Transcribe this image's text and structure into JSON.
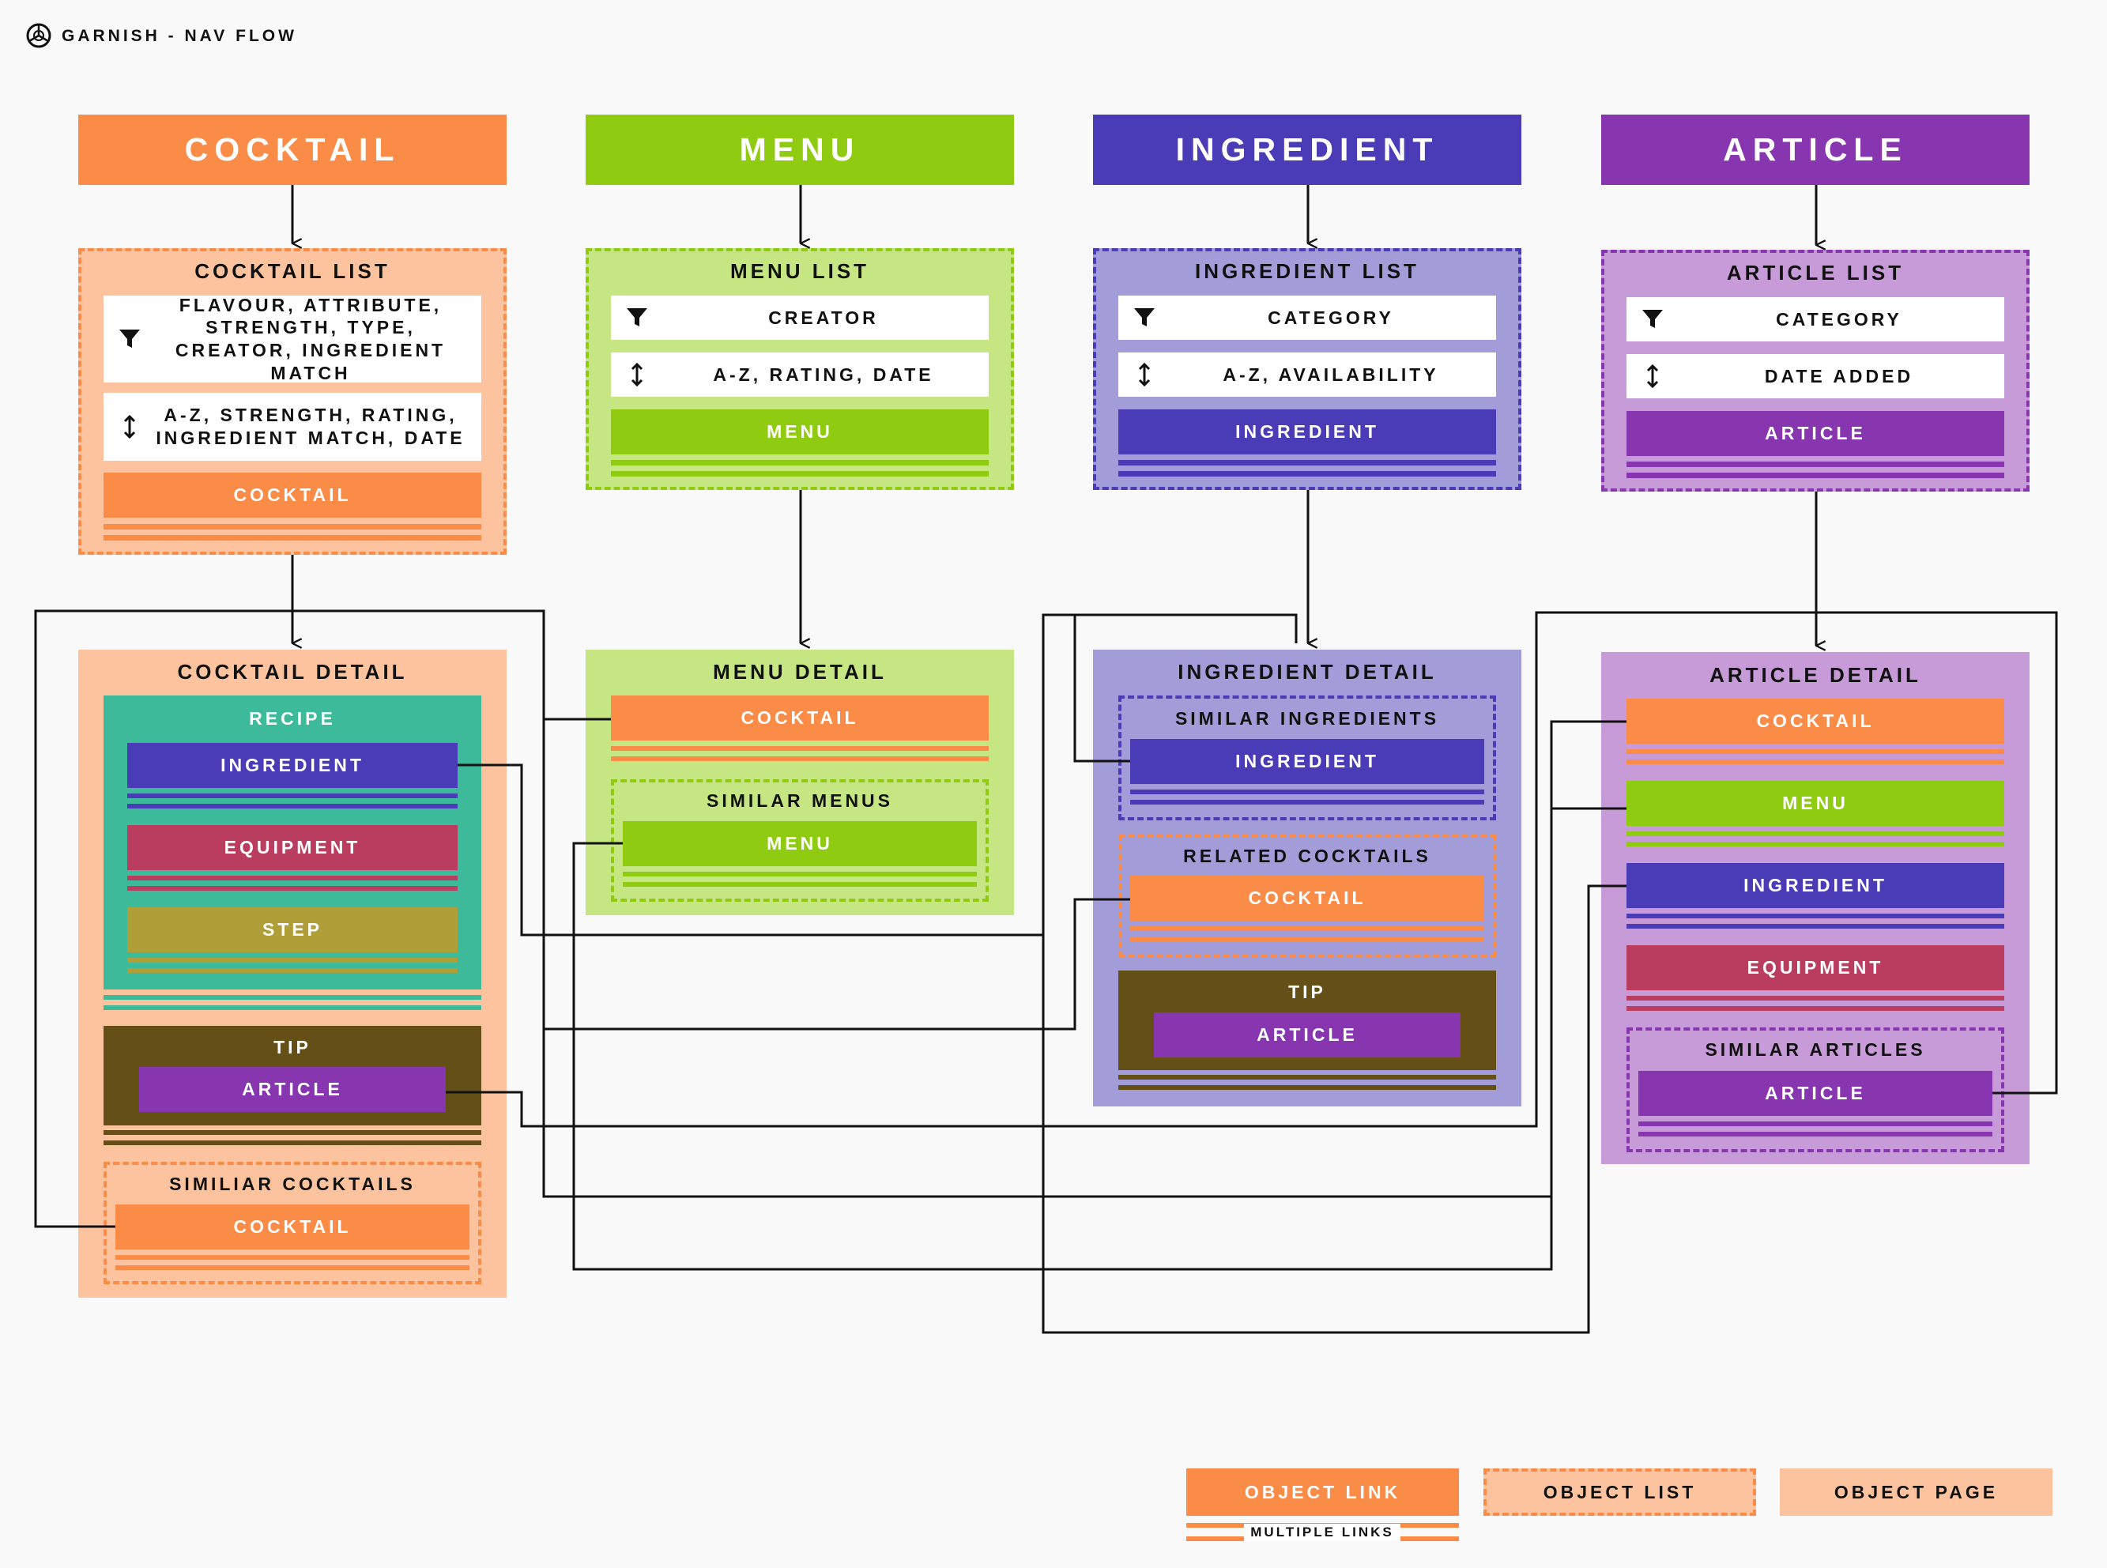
{
  "title": "GARNISH - NAV FLOW",
  "colors": {
    "cocktail": "#fb8c47",
    "cocktail_bg": "#fcc39e",
    "menu": "#8fcc11",
    "menu_bg": "#c6e684",
    "ingredient": "#4a3bb7",
    "ingredient_bg": "#a29dd8",
    "article": "#8736b0",
    "article_bg": "#c69bd8",
    "equipment": "#ba3c5f",
    "recipe": "#3dba9a",
    "step": "#b09f38",
    "tip": "#644f17"
  },
  "headers": {
    "cocktail": "COCKTAIL",
    "menu": "MENU",
    "ingredient": "INGREDIENT",
    "article": "ARTICLE"
  },
  "lists": {
    "cocktail": {
      "title": "COCKTAIL LIST",
      "filter": "FLAVOUR, ATTRIBUTE, STRENGTH, TYPE, CREATOR, INGREDIENT MATCH",
      "sort": "A-Z, STRENGTH, RATING, INGREDIENT MATCH, DATE",
      "link": "COCKTAIL"
    },
    "menu": {
      "title": "MENU LIST",
      "filter": "CREATOR",
      "sort": "A-Z, RATING, DATE",
      "link": "MENU"
    },
    "ingredient": {
      "title": "INGREDIENT LIST",
      "filter": "CATEGORY",
      "sort": "A-Z, AVAILABILITY",
      "link": "INGREDIENT"
    },
    "article": {
      "title": "ARTICLE LIST",
      "filter": "CATEGORY",
      "sort": "DATE ADDED",
      "link": "ARTICLE"
    }
  },
  "cocktail_detail": {
    "title": "COCKTAIL DETAIL",
    "recipe": "RECIPE",
    "ingredient": "INGREDIENT",
    "equipment": "EQUIPMENT",
    "step": "STEP",
    "tip": "TIP",
    "article": "ARTICLE",
    "similar_title": "SIMILIAR COCKTAILS",
    "cocktail": "COCKTAIL"
  },
  "menu_detail": {
    "title": "MENU DETAIL",
    "cocktail": "COCKTAIL",
    "similar_title": "SIMILAR MENUS",
    "menu": "MENU"
  },
  "ingredient_detail": {
    "title": "INGREDIENT DETAIL",
    "similar_title": "SIMILAR INGREDIENTS",
    "ingredient": "INGREDIENT",
    "related_title": "RELATED COCKTAILS",
    "cocktail": "COCKTAIL",
    "tip": "TIP",
    "article": "ARTICLE"
  },
  "article_detail": {
    "title": "ARTICLE DETAIL",
    "cocktail": "COCKTAIL",
    "menu": "MENU",
    "ingredient": "INGREDIENT",
    "equipment": "EQUIPMENT",
    "similar_title": "SIMILAR ARTICLES",
    "article": "ARTICLE"
  },
  "legend": {
    "object_link": "OBJECT LINK",
    "multiple_links": "MULTIPLE LINKS",
    "object_list": "OBJECT LIST",
    "object_page": "OBJECT PAGE"
  }
}
